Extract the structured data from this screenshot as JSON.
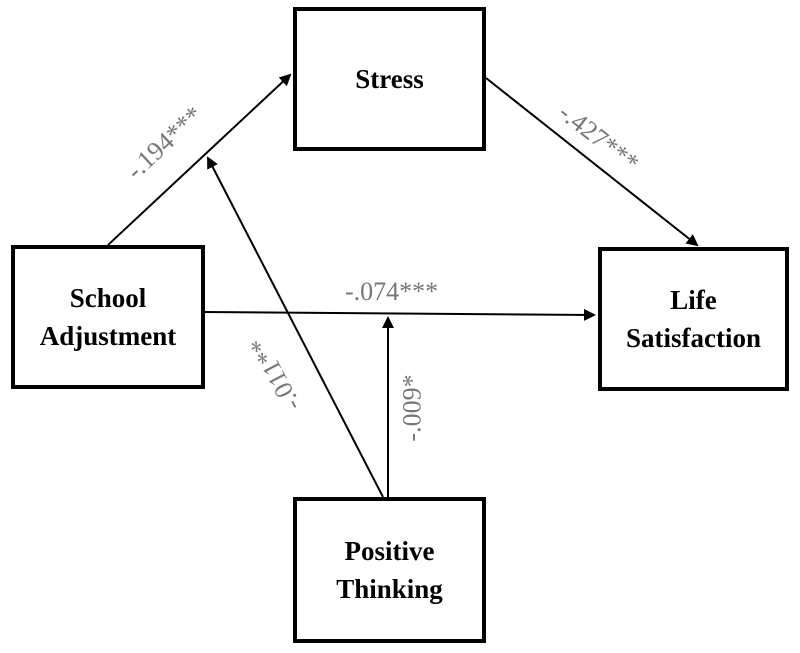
{
  "nodes": {
    "stress": {
      "line1": "Stress",
      "line2": ""
    },
    "school": {
      "line1": "School",
      "line2": "Adjustment"
    },
    "life": {
      "line1": "Life",
      "line2": "Satisfaction"
    },
    "positive": {
      "line1": "Positive",
      "line2": "Thinking"
    }
  },
  "paths": {
    "school_to_stress": "-.194***",
    "stress_to_life": "-.427***",
    "school_to_life": "-.074***",
    "positive_to_school_stress": "-.011**",
    "positive_to_school_life": "-.009*"
  },
  "colors": {
    "box_border": "#000000",
    "arrow": "#000000",
    "coefficient_text": "#777777"
  }
}
